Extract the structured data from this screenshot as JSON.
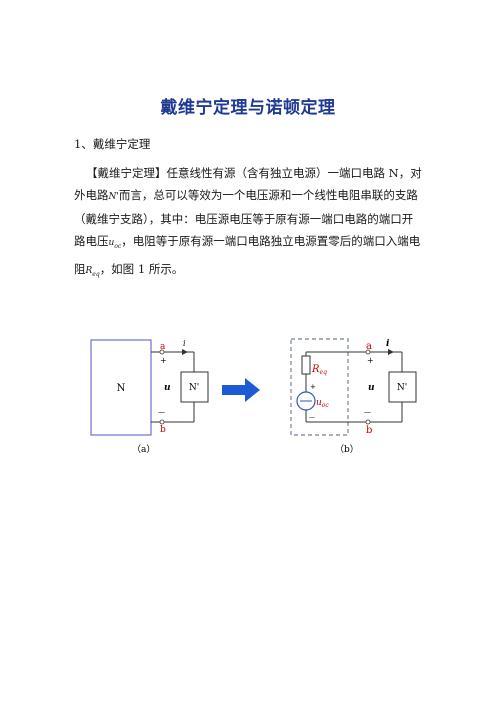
{
  "title": "戴维宁定理与诺顿定理",
  "section": "1、戴维宁定理",
  "para": {
    "l1": "【戴维宁定理】任意线性有源（含有独立电源）一端口电路 N，对",
    "l2a": "外电路",
    "l2sym": "N'",
    "l2b": "而言，总可以等效为一个电压源和一个线性电阻串联的支路",
    "l3": "（戴维宁支路），其中：电压源电压等于原有源一端口电路的端口开",
    "l4a": "路电压",
    "l4sym": "u",
    "l4sub": "oc",
    "l4b": "，电阻等于原有源一端口电路独立电源置零后的端口入端电",
    "l5a": "阻",
    "l5sym": "R",
    "l5sub": "eq",
    "l5b": "，如图 1 所示。"
  },
  "figure": {
    "a": {
      "box_label": "N",
      "node_top": "a",
      "node_bottom": "b",
      "current": "i",
      "plus": "+",
      "minus": "—",
      "voltage": "u",
      "load": "N'",
      "caption": "（a）"
    },
    "b": {
      "res_label": "R",
      "res_sub": "eq",
      "src_label": "u",
      "src_sub": "oc",
      "node_top": "a",
      "node_bottom": "b",
      "current": "i",
      "plus": "+",
      "minus": "—",
      "src_plus": "+",
      "src_minus": "—",
      "voltage": "u",
      "load": "N'",
      "caption": "（b）"
    }
  },
  "colors": {
    "title": "#1f3a93",
    "node_label": "#cc0000",
    "box_a": "#6f6fd4",
    "arrow": "#1d5bd6",
    "dashed_box": "#8a93b8",
    "source": "#2b57c8",
    "wire": "#333333"
  }
}
